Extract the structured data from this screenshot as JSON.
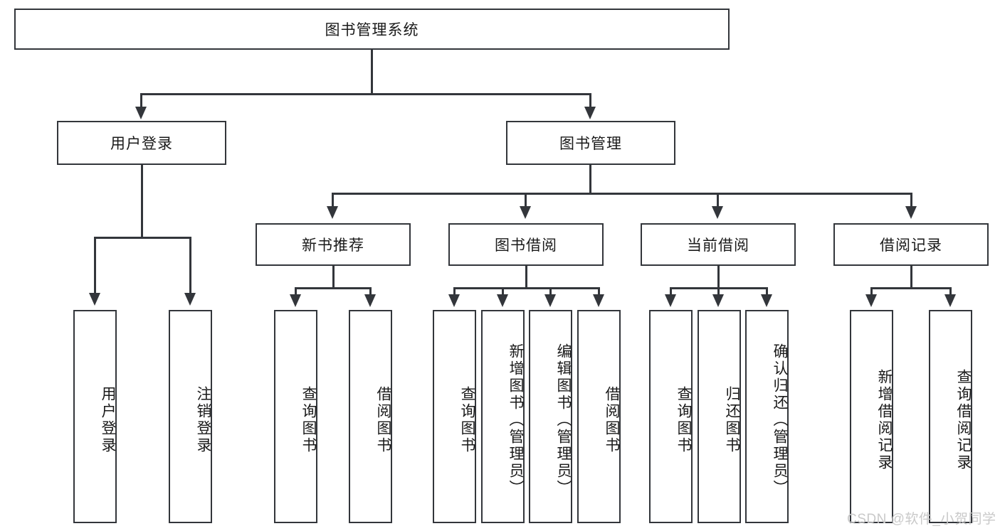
{
  "diagram": {
    "type": "tree-hierarchy-diagram",
    "title": "图书管理系统",
    "root": {
      "id": "root",
      "label": "图书管理系统"
    },
    "level2": [
      {
        "id": "user-login",
        "label": "用户登录"
      },
      {
        "id": "book-management",
        "label": "图书管理"
      }
    ],
    "level3": [
      {
        "id": "new-book-recommend",
        "label": "新书推荐",
        "parent": "book-management"
      },
      {
        "id": "book-borrow",
        "label": "图书借阅",
        "parent": "book-management"
      },
      {
        "id": "current-borrow",
        "label": "当前借阅",
        "parent": "book-management"
      },
      {
        "id": "borrow-record",
        "label": "借阅记录",
        "parent": "book-management"
      }
    ],
    "leaves": {
      "user_login": [
        {
          "id": "leaf-user-login",
          "label": "用户登录"
        },
        {
          "id": "leaf-user-logout",
          "label": "注销登录"
        }
      ],
      "new_book_recommend": [
        {
          "id": "leaf-query-book-1",
          "label": "查询图书"
        },
        {
          "id": "leaf-borrow-book-1",
          "label": "借阅图书"
        }
      ],
      "book_borrow": [
        {
          "id": "leaf-query-book-2",
          "label": "查询图书"
        },
        {
          "id": "leaf-add-book",
          "label": "新增图书（管理员）"
        },
        {
          "id": "leaf-edit-book",
          "label": "编辑图书（管理员）"
        },
        {
          "id": "leaf-borrow-book-2",
          "label": "借阅图书"
        }
      ],
      "current_borrow": [
        {
          "id": "leaf-query-book-3",
          "label": "查询图书"
        },
        {
          "id": "leaf-return-book",
          "label": "归还图书"
        },
        {
          "id": "leaf-confirm-return",
          "label": "确认归还（管理员）"
        }
      ],
      "borrow_record": [
        {
          "id": "leaf-add-record",
          "label": "新增借阅记录"
        },
        {
          "id": "leaf-query-record",
          "label": "查询借阅记录"
        }
      ]
    },
    "colors": {
      "stroke": "#33363b",
      "fill": "#ffffff",
      "text": "#1a1a1a",
      "watermark": "#c9c9c9"
    }
  },
  "watermark": {
    "text": "CSDN @软件_小贺同学"
  }
}
